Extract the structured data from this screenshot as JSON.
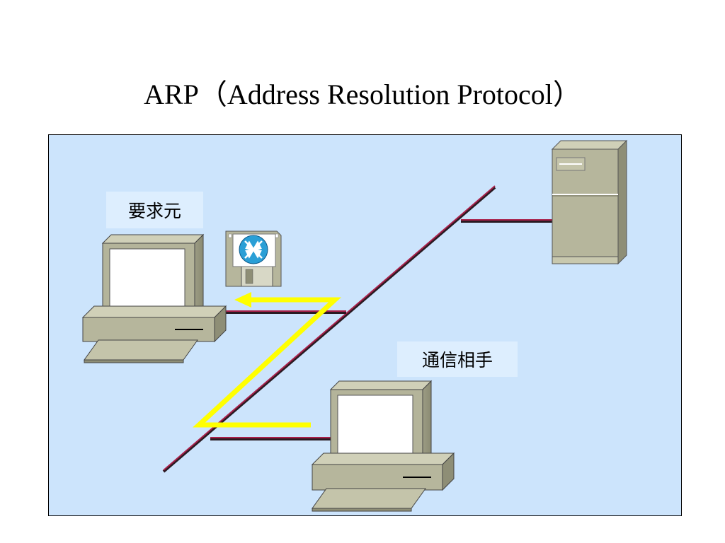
{
  "title": "ARP（Address Resolution Protocol）",
  "labels": {
    "requester": "要求元",
    "target": "通信相手"
  },
  "colors": {
    "diagram_background": "#cce4fc",
    "label_background": "#ddeefe",
    "network_cable": "#8b1a3a",
    "arp_path": "#ffff00",
    "device_body": "#b4b49a",
    "screen": "#ffffff",
    "router_icon": "#2a9fd6"
  },
  "icons": {
    "requester": "desktop-computer-icon",
    "target": "desktop-computer-icon",
    "server": "tower-server-icon",
    "cache": "floppy-disk-router-icon"
  }
}
